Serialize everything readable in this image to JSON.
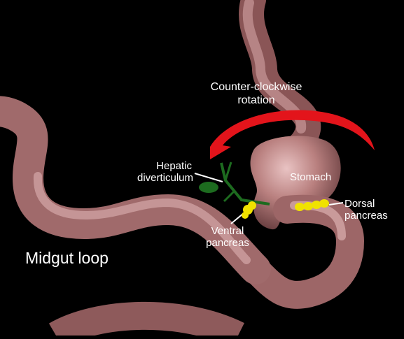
{
  "labels": {
    "rotation_line1": "Counter-clockwise",
    "rotation_line2": "rotation",
    "hepatic_line1": "Hepatic",
    "hepatic_line2": "diverticulum",
    "stomach": "Stomach",
    "dorsal_line1": "Dorsal",
    "dorsal_line2": "pancreas",
    "ventral_line1": "Ventral",
    "ventral_line2": "pancreas",
    "midgut": "Midgut loop"
  },
  "colors": {
    "background": "#000000",
    "gut": "#b57a7b",
    "gut_highlight": "#e5bcbc",
    "gut_shadow": "#5e3436",
    "rotation_arrow": "#e3141b",
    "hepatic_bud": "#1d6b1f",
    "pancreas": "#f0e200",
    "label_text": "#ffffff"
  }
}
